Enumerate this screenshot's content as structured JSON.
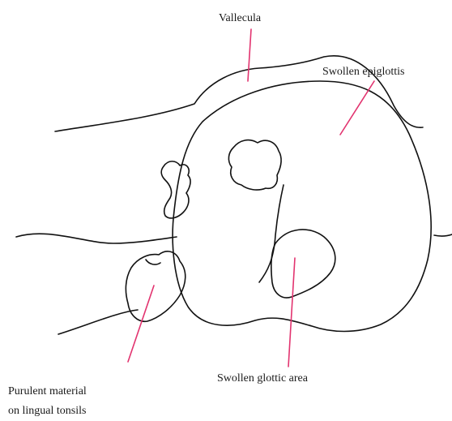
{
  "labels": {
    "vallecula": "Vallecula",
    "swollen_epiglottis": "Swollen epiglottis",
    "purulent_line1": "Purulent material",
    "purulent_line2": "on lingual tonsils",
    "swollen_glottic": "Swollen glottic area"
  },
  "colors": {
    "outline": "#111111",
    "leader": "#e2336f",
    "background": "#ffffff"
  }
}
